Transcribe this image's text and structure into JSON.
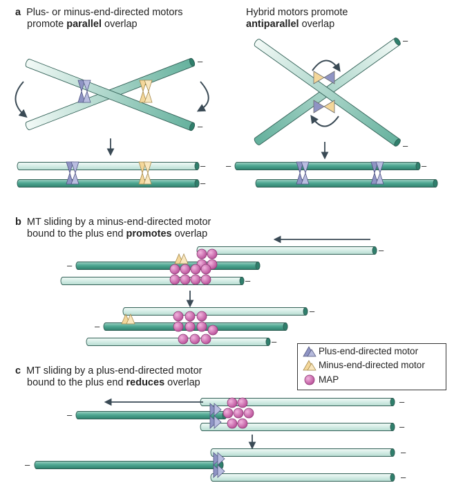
{
  "panel_a": {
    "letter": "a",
    "left_title_line1": "Plus- or minus-end-directed motors",
    "left_title_line2_pre": "promote ",
    "left_title_bold": "parallel",
    "left_title_line2_post": " overlap",
    "right_title_line1": "Hybrid motors promote",
    "right_title_bold": "antiparallel",
    "right_title_line2_post": " overlap"
  },
  "panel_b": {
    "letter": "b",
    "title_line1": "MT sliding by a minus-end-directed motor",
    "title_line2_pre": "bound to the plus end ",
    "title_bold": "promotes",
    "title_line2_post": " overlap"
  },
  "panel_c": {
    "letter": "c",
    "title_line1": "MT sliding by a plus-end-directed motor",
    "title_line2_pre": "bound to the plus end ",
    "title_bold": "reduces",
    "title_line2_post": " overlap"
  },
  "legend": {
    "plus_motor": "Plus-end-directed motor",
    "minus_motor": "Minus-end-directed motor",
    "map": "MAP"
  },
  "minus_sign": "–",
  "colors": {
    "microtubule_dark": "#4fa893",
    "microtubule_light": "#d9efe8",
    "plus_motor": "#8f94c4",
    "minus_motor": "#f4d79a",
    "map": "#d16bb0",
    "arrow": "#3a4a55"
  }
}
